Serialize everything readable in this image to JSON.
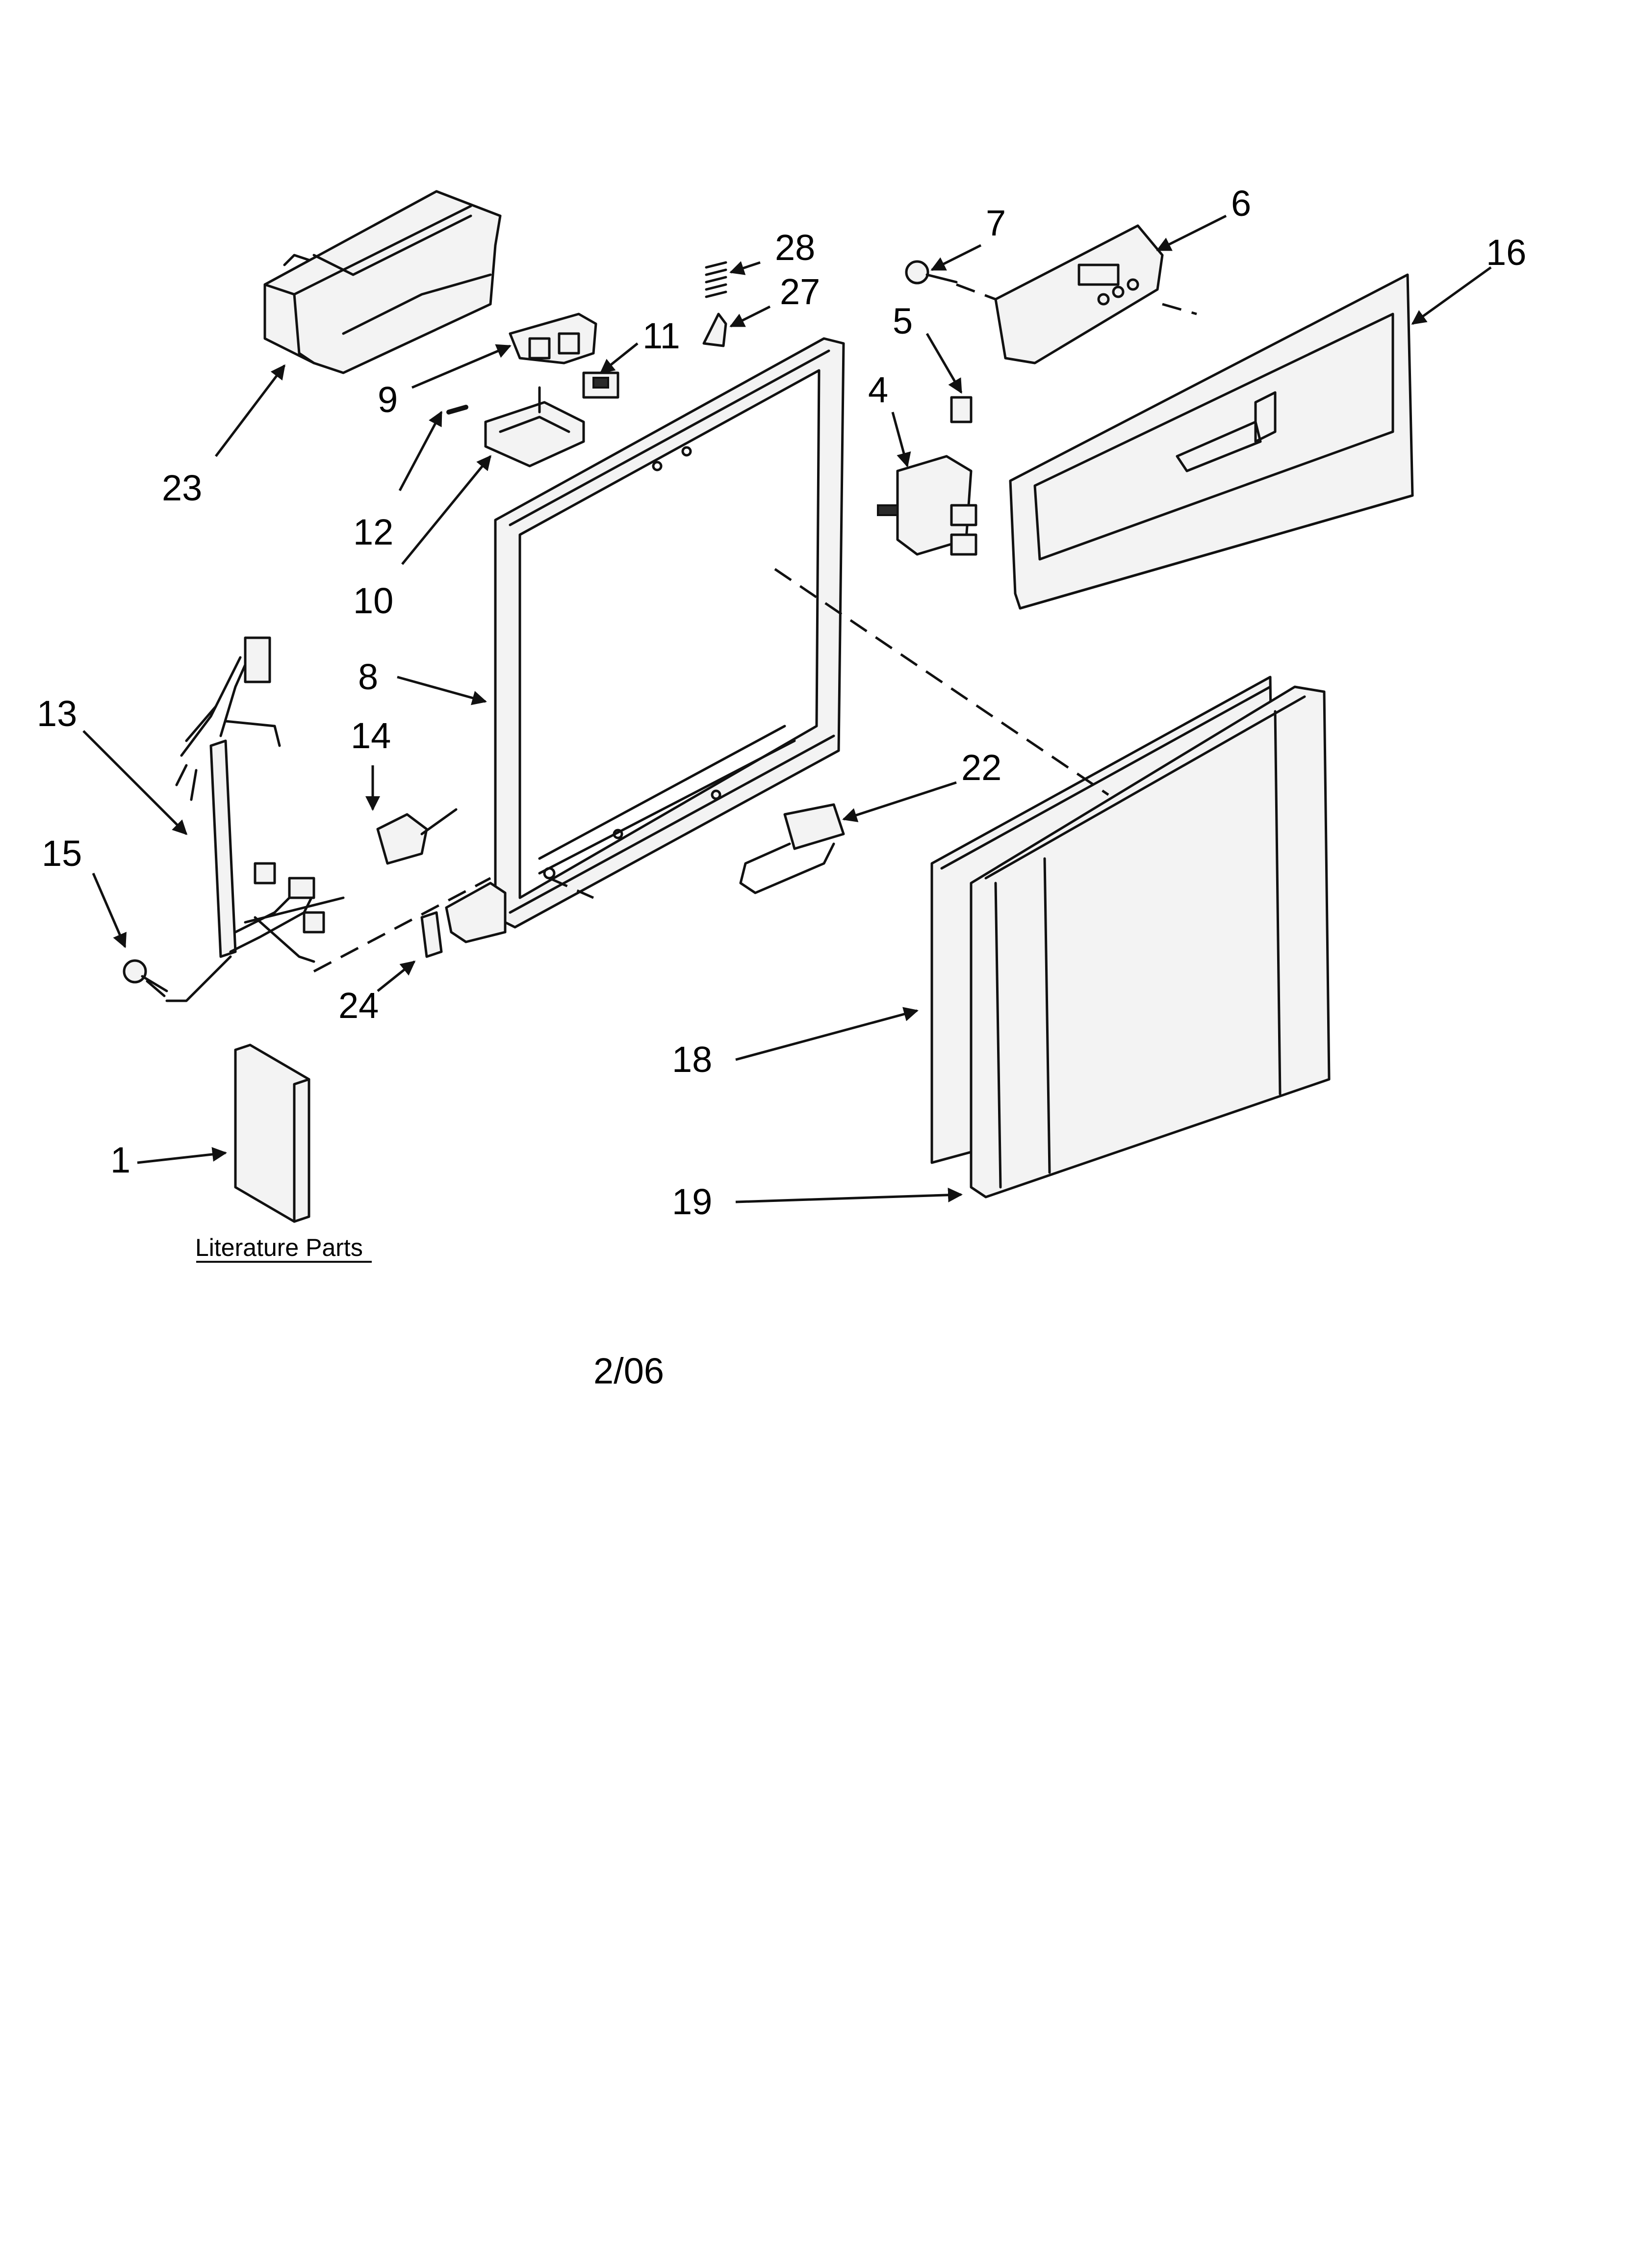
{
  "diagram": {
    "callouts": {
      "c1": "1",
      "c4": "4",
      "c5": "5",
      "c6": "6",
      "c7": "7",
      "c8": "8",
      "c9": "9",
      "c10": "10",
      "c11": "11",
      "c12": "12",
      "c13": "13",
      "c14": "14",
      "c15": "15",
      "c16": "16",
      "c18": "18",
      "c19": "19",
      "c22": "22",
      "c23": "23",
      "c24": "24",
      "c27": "27",
      "c28": "28"
    },
    "literature_caption": "Literature Parts",
    "revision_date": "2/06"
  }
}
